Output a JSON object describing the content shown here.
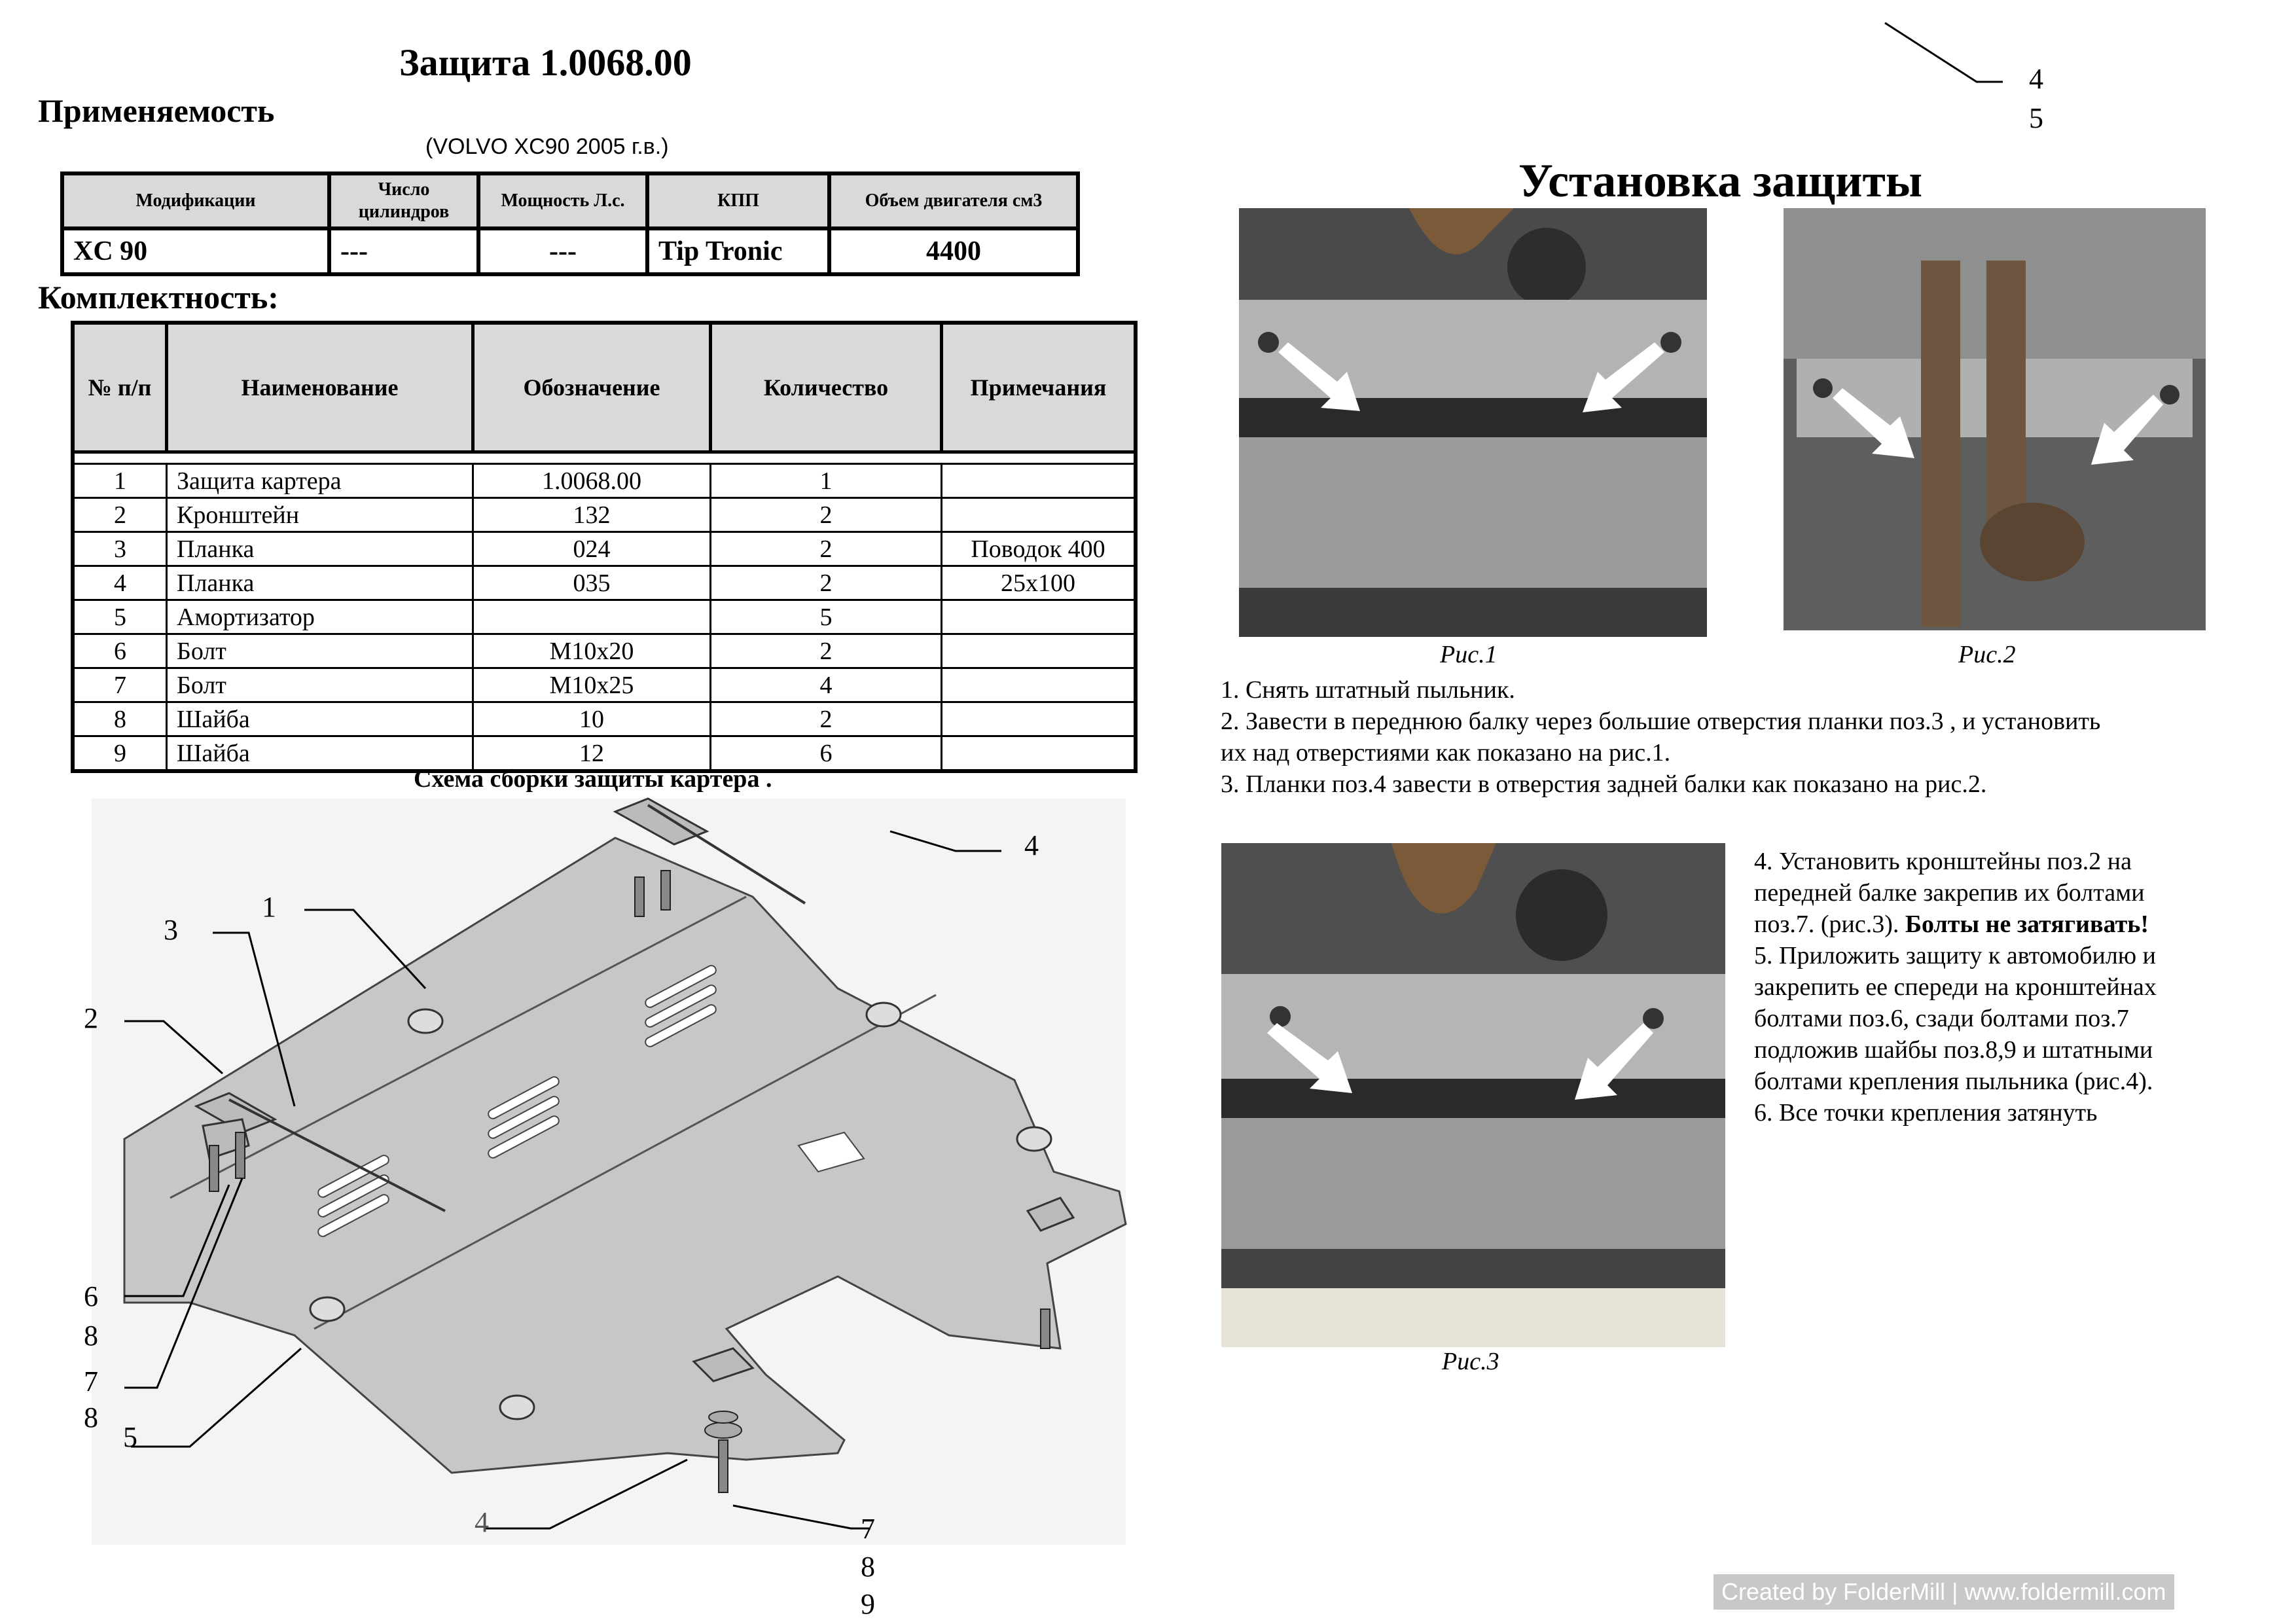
{
  "doc": {
    "title": "Защита 1.0068.00",
    "applicability_heading": "Применяемость",
    "vehicle_note": "(VOLVO XC90 2005 г.в.)",
    "kit_heading": "Комплектность:",
    "install_heading": "Установка защиты",
    "top_right_numbers": [
      "4",
      "5"
    ]
  },
  "applicability_table": {
    "headers": [
      "Модификации",
      "Число цилиндров",
      "Мощность Л.с.",
      "КПП",
      "Объем двигателя см3"
    ],
    "row": [
      "XC 90",
      "---",
      "---",
      "Tip Tronic",
      "4400"
    ]
  },
  "kit_table": {
    "headers": [
      "№ п/п",
      "Наименование",
      "Обозначение",
      "Количество",
      "Примечания"
    ],
    "rows": [
      [
        "1",
        "Защита картера",
        "1.0068.00",
        "1",
        ""
      ],
      [
        "2",
        "Кронштейн",
        "132",
        "2",
        ""
      ],
      [
        "3",
        "Планка",
        "024",
        "2",
        "Поводок 400"
      ],
      [
        "4",
        "Планка",
        "035",
        "2",
        "25x100"
      ],
      [
        "5",
        "Амортизатор",
        "",
        "5",
        ""
      ],
      [
        "6",
        "Болт",
        "М10x20",
        "2",
        ""
      ],
      [
        "7",
        "Болт",
        "М10x25",
        "4",
        ""
      ],
      [
        "8",
        "Шайба",
        "10",
        "2",
        ""
      ],
      [
        "9",
        "Шайба",
        "12",
        "6",
        ""
      ]
    ]
  },
  "diagram": {
    "caption": "Схема сборки защиты картера .",
    "labels": {
      "l1": "1",
      "l2": "2",
      "l3": "3",
      "l4a": "4",
      "l4b": "4",
      "l5": "5",
      "l6": "6",
      "l8a": "8",
      "l7a": "7",
      "l8b": "8",
      "l7b": "7",
      "l8c": "8",
      "l9": "9"
    }
  },
  "figures": {
    "fig1": "Рис.1",
    "fig2": "Рис.2",
    "fig3": "Рис.3"
  },
  "steps_top": [
    "1. Снять штатный пыльник.",
    "2. Завести в переднюю балку через большие отверстия планки поз.3 , и установить",
    "их над отверстиями как показано на рис.1.",
    "3. Планки поз.4 завести в отверстия задней балки как показано на рис.2."
  ],
  "steps_right": {
    "s4a": "4. Установить кронштейны поз.2 на",
    "s4b": "передней балке закрепив их болтами",
    "s4c": "поз.7. (рис.3).",
    "s4bold": "Болты не затягивать!",
    "s5a": "5. Приложить защиту  к автомобилю и",
    "s5b": "закрепить ее спереди на кронштейнах",
    "s5c": "болтами поз.6, сзади болтами поз.7",
    "s5d": "подложив шайбы поз.8,9 и штатными",
    "s5e": "болтами крепления пыльника (рис.4).",
    "s6": "6. Все точки крепления затянуть"
  },
  "watermark": "Created by FolderMill | www.foldermill.com"
}
